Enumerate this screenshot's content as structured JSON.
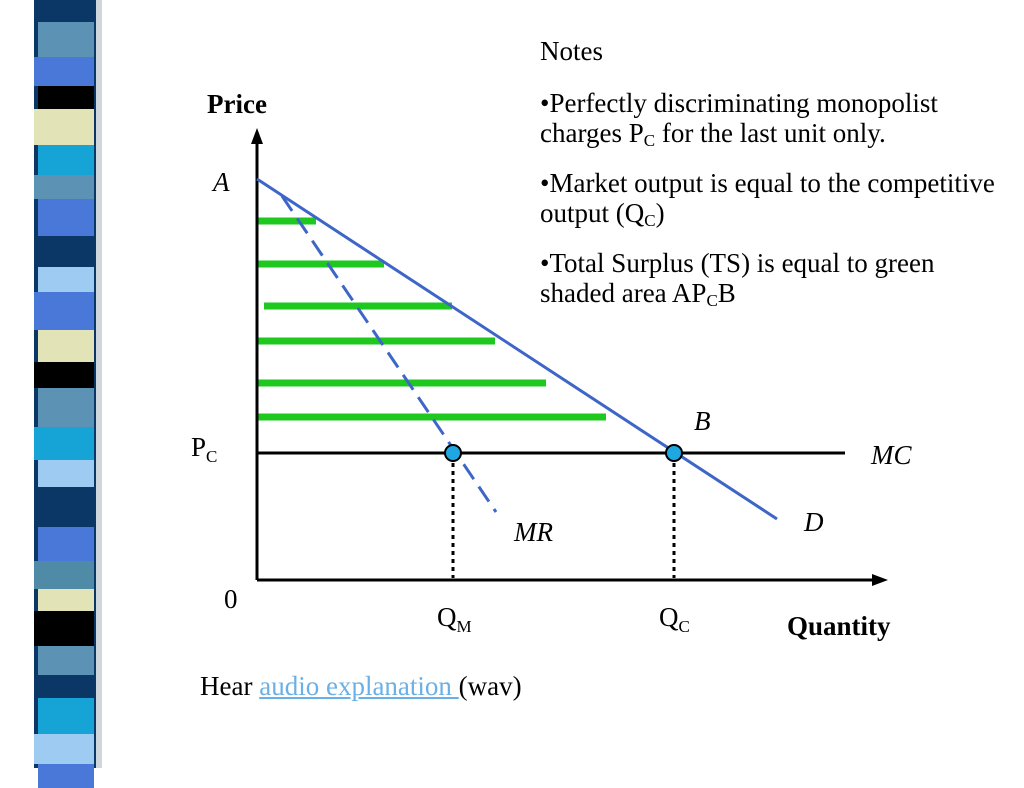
{
  "colors": {
    "demand": "#3d66c8",
    "mr": "#3d66c8",
    "mc": "#000000",
    "surplus": "#1ec81e",
    "point": "#1ea7e0",
    "link": "#6ab0e6"
  },
  "diagram": {
    "y_axis_label": "Price",
    "x_axis_label": "Quantity",
    "origin_label": "0",
    "point_a_label": "A",
    "point_b_label": "B",
    "pc_label_main": "P",
    "pc_label_sub": "C",
    "qm_label_main": "Q",
    "qm_label_sub": "M",
    "qc_label_main": "Q",
    "qc_label_sub": "C",
    "mc_label": "MC",
    "mr_label": "MR",
    "d_label": "D"
  },
  "notes": {
    "title": "Notes",
    "items": [
      {
        "pre": "•Perfectly discriminating monopolist charges P",
        "sub": "C",
        "post": " for the last unit only."
      },
      {
        "pre": "•Market output is equal to the competitive output (Q",
        "sub": "C",
        "post": ")"
      },
      {
        "pre": "•Total Surplus (TS) is equal to green shaded area AP",
        "sub": "C",
        "post": "B"
      }
    ]
  },
  "audio": {
    "prefix": "Hear ",
    "link_text": "audio explanation ",
    "suffix": "(wav)"
  }
}
